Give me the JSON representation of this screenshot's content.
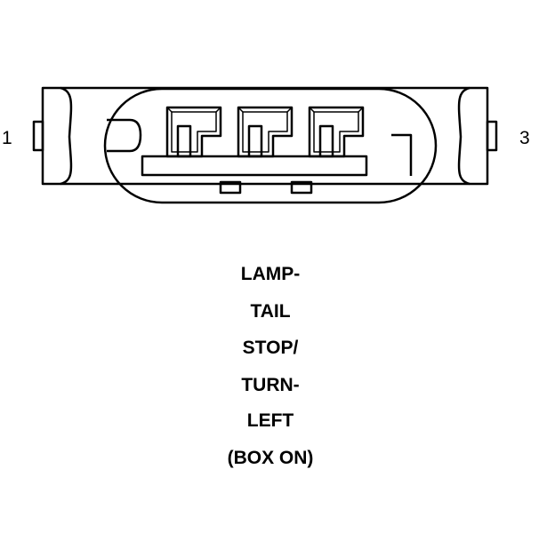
{
  "connector": {
    "pin_left": "1",
    "pin_right": "3",
    "caption_lines": [
      "LAMP-",
      "TAIL",
      "STOP/",
      "TURN-",
      "LEFT",
      "(BOX ON)"
    ]
  }
}
